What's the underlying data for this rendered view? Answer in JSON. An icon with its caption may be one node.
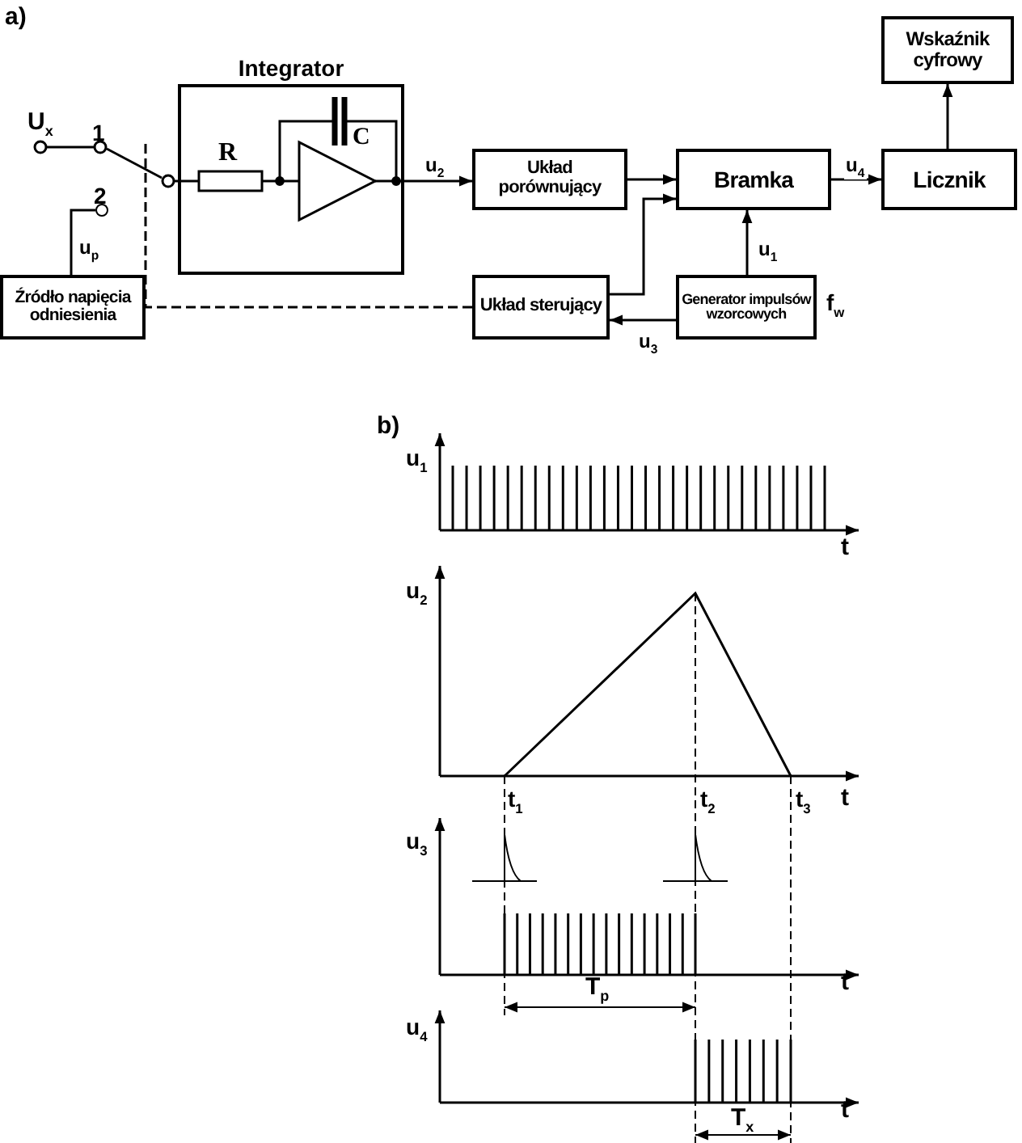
{
  "diagram": {
    "nodes": [
      {
        "text": [
          "Integrator"
        ]
      },
      {
        "text": [
          "Układ porównujący"
        ]
      },
      {
        "text": [
          "Bramka"
        ]
      },
      {
        "text": [
          "Licznik"
        ]
      },
      {
        "text": [
          "Wskaźnik cyfrowy"
        ]
      },
      {
        "text": [
          "Generator impulsów wzorcowych"
        ],
        "beside": [
          "f$_{w}$"
        ]
      },
      {
        "text": [
          "Układ sterujący"
        ]
      },
      {
        "text": [
          "Źródło napięcia odniesienia"
        ]
      },
      {
        "text": [],
        "shape": "circle"
      },
      {
        "text": [],
        "shape": "switch"
      }
    ],
    "edges": [
      {
        "from": 0,
        "to": 1,
        "arrow": "to",
        "label": "u$_{2}$"
      },
      {
        "from": 1,
        "to": 2,
        "arrow": "to"
      },
      {
        "from": 6,
        "to": 2,
        "arrow": "to"
      },
      {
        "from": 5,
        "to": 2,
        "arrow": "to",
        "label": "u$_{1}$"
      },
      {
        "from": 5,
        "to": 6,
        "arrow": "to",
        "label": "u$_{3}$"
      },
      {
        "from": 2,
        "to": 3,
        "arrow": "to",
        "label": "u$_{4}$"
      },
      {
        "from": 3,
        "to": 4,
        "arrow": "to"
      },
      {
        "from": 6,
        "to": 9,
        "arrow": "none",
        "style": "dashed"
      },
      {
        "from": 7,
        "to": 8,
        "arrow": "none",
        "label": "u$_{p}$"
      }
    ],
    "labels": [
      "a)",
      "U$_{x}$",
      "1",
      "2",
      "R",
      "C",
      "b)",
      "u$_{1}$",
      "t",
      "u$_{2}$",
      "t$_{1}$",
      "t$_{2}$",
      "t$_{3}$",
      "t",
      "u$_{3}$",
      "t",
      "T$_{p}$",
      "u$_{4}$",
      "t",
      "T$_{x}$"
    ]
  }
}
